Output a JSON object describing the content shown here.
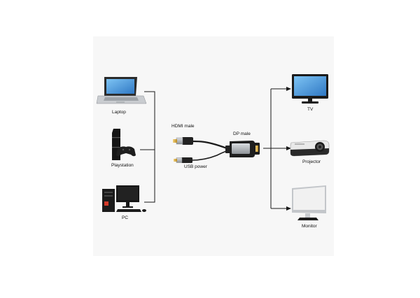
{
  "sources": [
    {
      "label": "Laptop",
      "icon": "laptop-icon"
    },
    {
      "label": "Playstation",
      "icon": "game-console-icon"
    },
    {
      "label": "PC",
      "icon": "desktop-pc-icon"
    }
  ],
  "adapter": {
    "hdmi_label": "HDMI  male",
    "usb_label": "USB power",
    "dp_label": "DP male",
    "icons": [
      "hdmi-connector-icon",
      "usb-connector-icon",
      "dp-connector-icon",
      "adapter-box-icon"
    ]
  },
  "outputs": [
    {
      "label": "TV",
      "icon": "tv-icon"
    },
    {
      "label": "Projector",
      "icon": "projector-icon"
    },
    {
      "label": "Monitor",
      "icon": "monitor-icon"
    }
  ],
  "colors": {
    "panel": "#f7f7f7",
    "line": "#1a1a1a",
    "screen_blue": "#3c8fd6",
    "device_dark": "#1c1c1c",
    "silver": "#b9bdc2"
  }
}
